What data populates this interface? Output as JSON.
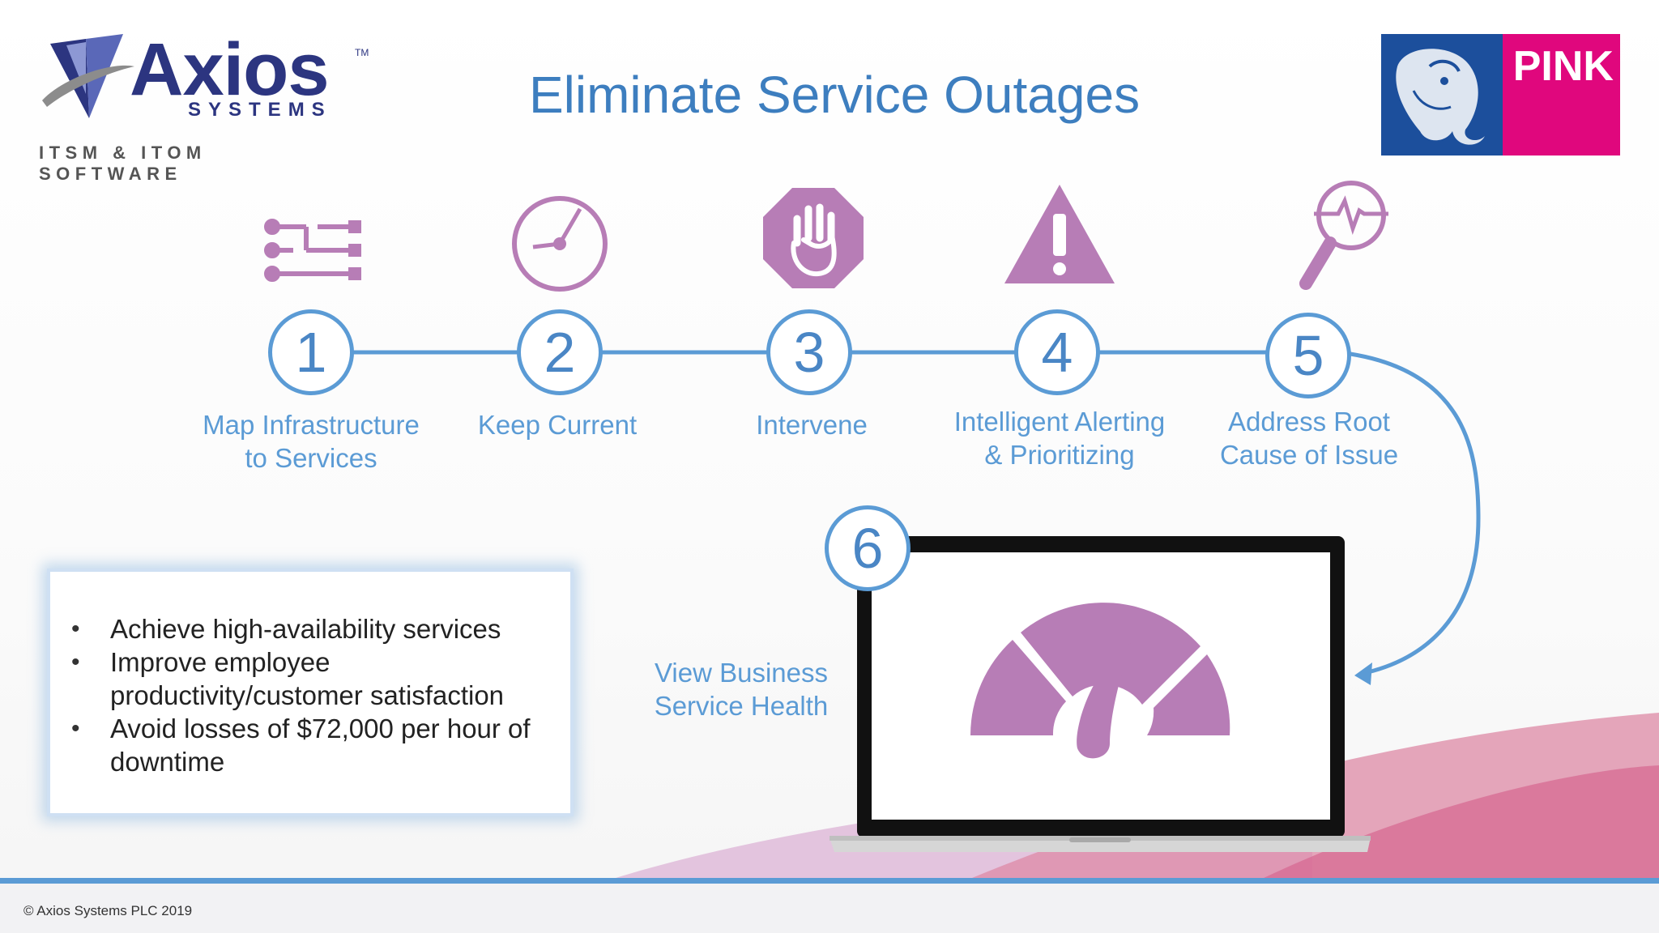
{
  "title": "Eliminate Service Outages",
  "logo": {
    "name": "Axios",
    "trademark": "TM",
    "subtitle": "SYSTEMS",
    "tagline": "ITSM & ITOM SOFTWARE"
  },
  "partner_logo": {
    "text": "PINK"
  },
  "steps": [
    {
      "number": "1",
      "line1": "Map Infrastructure",
      "line2": "to Services",
      "icon": "service-map-icon"
    },
    {
      "number": "2",
      "line1": "Keep Current",
      "line2": "",
      "icon": "clock-icon"
    },
    {
      "number": "3",
      "line1": "Intervene",
      "line2": "",
      "icon": "stop-hand-icon"
    },
    {
      "number": "4",
      "line1": "Intelligent Alerting",
      "line2": "& Prioritizing",
      "icon": "warning-icon"
    },
    {
      "number": "5",
      "line1": "Address Root",
      "line2": "Cause of Issue",
      "icon": "magnifier-pulse-icon"
    },
    {
      "number": "6",
      "line1": "View Business",
      "line2": "Service Health",
      "icon": "gauge-icon"
    }
  ],
  "benefits": [
    "Achieve high-availability services",
    "Improve employee productivity/customer satisfaction",
    "Avoid losses of $72,000 per hour of downtime"
  ],
  "footer": "© Axios Systems PLC 2019",
  "colors": {
    "accent_blue": "#5b9bd5",
    "icon_purple": "#b77db6",
    "brand_navy": "#2c3580",
    "brand_pink": "#e0077d"
  }
}
